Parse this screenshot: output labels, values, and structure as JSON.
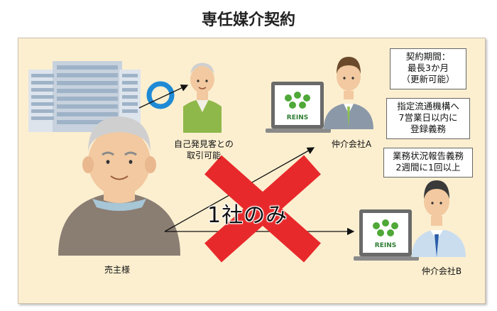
{
  "title": "専任媒介契約",
  "labels": {
    "seller": "売主様",
    "self_found": [
      "自己発見客との",
      "取引可能"
    ],
    "agent_a": "仲介会社A",
    "agent_b": "仲介会社B",
    "only_one": "1社のみ",
    "reins": "REINS"
  },
  "boxes": {
    "period": [
      "契約期間：",
      "最長3か月",
      "（更新可能）"
    ],
    "registration": [
      "指定流通機構へ",
      "7営業日以内に",
      "登録義務"
    ],
    "report": [
      "業務状況報告義務",
      "2週間に1回以上"
    ]
  },
  "colors": {
    "panel_bg": "#fcefd0",
    "cross": "#e8292b",
    "circle": "#1e8ad6",
    "reins_green": "#4fa838"
  }
}
